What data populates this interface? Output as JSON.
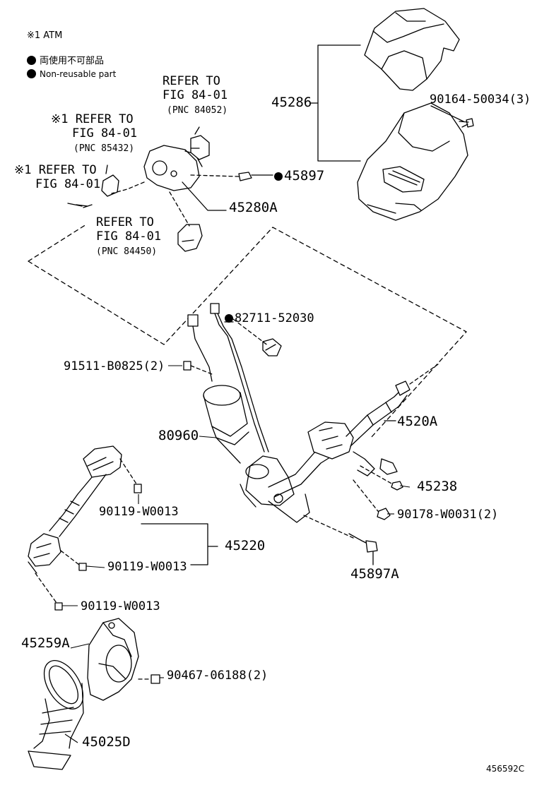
{
  "legend": {
    "atm_note": "※1 ATM",
    "non_reusable_jp": "両使用不可部品",
    "non_reusable_en": "Non-reusable part"
  },
  "refer_blocks": [
    {
      "line1": "REFER TO",
      "line2": "FIG 84-01",
      "pnc": "(PNC 84052)"
    },
    {
      "line1": "※1 REFER TO",
      "line2": "FIG 84-01",
      "pnc": "(PNC 85432)"
    },
    {
      "line1": "※1 REFER TO",
      "line2": "FIG 84-01"
    },
    {
      "line1": "REFER TO",
      "line2": "FIG 84-01",
      "pnc": "(PNC 84450)"
    }
  ],
  "callouts": {
    "c45286": "45286",
    "c90164": "90164-50034(3)",
    "c45897": "45897",
    "c45280A": "45280A",
    "c82711": "82711-52030",
    "c91511": "91511-B0825(2)",
    "c80960": "80960",
    "c4520A": "4520A",
    "c45238": "45238",
    "c90178": "90178-W0031(2)",
    "c90119a": "90119-W0013",
    "c45220": "45220",
    "c90119b": "90119-W0013",
    "c45897A": "45897A",
    "c90119c": "90119-W0013",
    "c45259A": "45259A",
    "c90467": "90467-06188(2)",
    "c45025D": "45025D"
  },
  "diagram_id": "456592C",
  "colors": {
    "ink": "#000000",
    "paper": "#ffffff",
    "shade": "#d8d8d8"
  }
}
